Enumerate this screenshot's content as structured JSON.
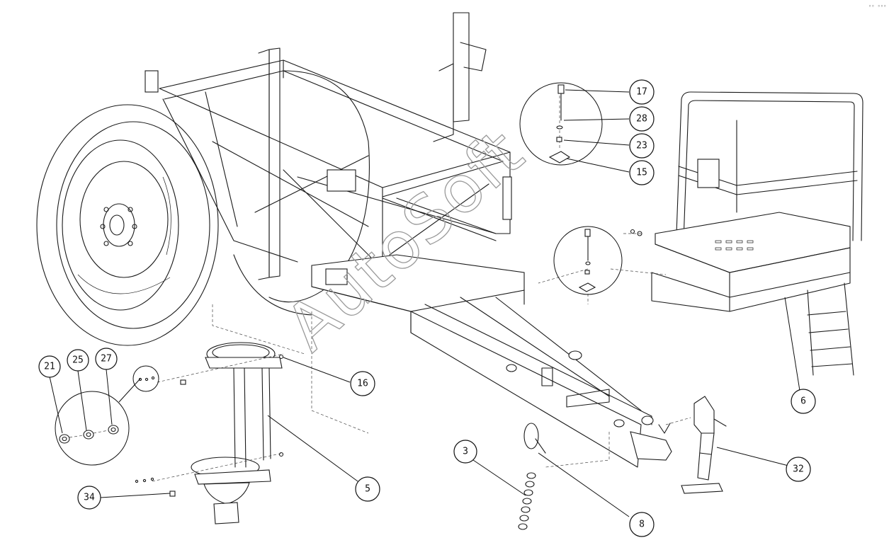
{
  "watermark": "AutoSoft",
  "corner_mark": "⁰⁰ ⁰⁰⁰",
  "callouts": [
    {
      "id": "c17",
      "label": "17"
    },
    {
      "id": "c28",
      "label": "28"
    },
    {
      "id": "c23",
      "label": "23"
    },
    {
      "id": "c15",
      "label": "15"
    },
    {
      "id": "c6",
      "label": "6"
    },
    {
      "id": "c16",
      "label": "16"
    },
    {
      "id": "c21",
      "label": "21"
    },
    {
      "id": "c25",
      "label": "25"
    },
    {
      "id": "c27",
      "label": "27"
    },
    {
      "id": "c5",
      "label": "5"
    },
    {
      "id": "c34",
      "label": "34"
    },
    {
      "id": "c3",
      "label": "3"
    },
    {
      "id": "c8",
      "label": "8"
    },
    {
      "id": "c32",
      "label": "32"
    }
  ]
}
